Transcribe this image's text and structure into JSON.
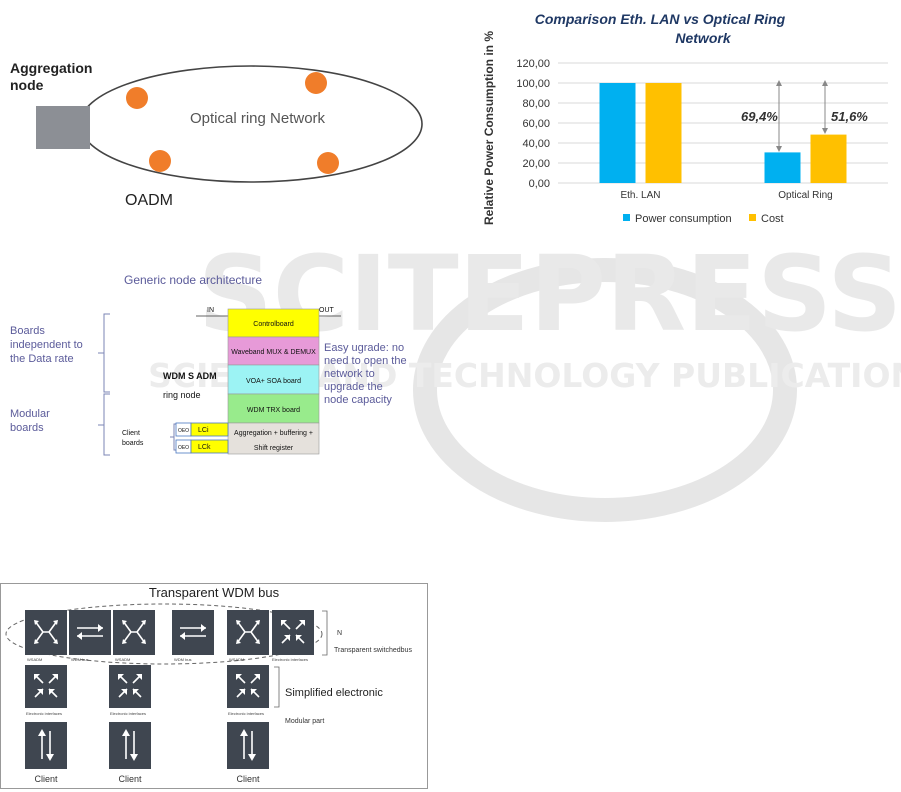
{
  "watermark": {
    "title": "SCITEPRESS",
    "subtitle": "SCIENCE AND TECHNOLOGY PUBLICATIONS"
  },
  "ring_diagram": {
    "aggregation_label_line1": "Aggregation",
    "aggregation_label_line2": "node",
    "ring_label": "Optical ring Network",
    "oadm_label": "OADM",
    "colors": {
      "node": "#f07d2a",
      "aggregation": "#8c8f95",
      "ring": "#444444"
    }
  },
  "chart": {
    "title_line1": "Comparison  Eth. LAN vs Optical Ring",
    "title_line2": "Network",
    "ylabel": "Relative Power Consumption in %",
    "annotation_power": "69,4%",
    "annotation_cost": "51,6%",
    "y_tick_labels": [
      "0,00",
      "20,00",
      "40,00",
      "60,00",
      "80,00",
      "100,00",
      "120,00"
    ],
    "colors": {
      "power": "#00b0f0",
      "cost": "#ffc000"
    }
  },
  "chart_data": {
    "type": "bar",
    "categories": [
      "Eth. LAN",
      "Optical Ring"
    ],
    "series": [
      {
        "name": "Power consumption",
        "values": [
          100,
          30.6
        ]
      },
      {
        "name": "Cost",
        "values": [
          100,
          48.4
        ]
      }
    ],
    "ylim": [
      0,
      120
    ],
    "yticks": [
      0,
      20,
      40,
      60,
      80,
      100,
      120
    ],
    "grid": true,
    "legend": "bottom"
  },
  "node_arch": {
    "title": "Generic node architecture",
    "in_label": "IN",
    "out_label": "OUT",
    "boards_label_1": "Boards",
    "boards_label_2": "independent to",
    "boards_label_3": "the Data rate",
    "modular_label_1": "Modular",
    "modular_label_2": "boards",
    "wdm_label_1": "WDM S ADM",
    "wdm_label_2": "ring node",
    "client_boards_1": "Client",
    "client_boards_2": "boards",
    "block_control": "Controlboard",
    "block_waveband": "Waveband MUX & DEMUX",
    "block_voa": "VOA+ SOA board",
    "block_trx": "WDM TRX board",
    "block_agg_1": "Aggregation + buffering +",
    "block_agg_2": "Shift register",
    "oeo_1": "OEO",
    "oeo_2": "OEO",
    "lc_1": "LCi",
    "lc_2": "LCk",
    "upgrade_1": "Easy ugrade: no",
    "upgrade_2": "need to open the",
    "upgrade_3": "network to",
    "upgrade_4": "upgrade the",
    "upgrade_5": "node capacity"
  },
  "bus_diagram": {
    "title": "Transparent WDM bus",
    "n_label": "N",
    "switched_bus_label": "Transparent switchedbus",
    "simplified_label": "Simplified electronic",
    "modular_part_label": "Modular part",
    "wsadm_1": "WSADM",
    "wdm_bus_1": "WDM bus",
    "wsadm_2": "WSADM",
    "wdm_bus_2": "WDM bus",
    "wsadm_3": "WSADM",
    "electronic_top": "Electronic interfaces",
    "electronic_1": "Electronic interfaces",
    "electronic_2": "Electronic interfaces",
    "electronic_3": "Electronic interfaces",
    "client_1": "Client",
    "client_2": "Client",
    "client_3": "Client",
    "colors": {
      "tile": "#3f4650"
    }
  }
}
